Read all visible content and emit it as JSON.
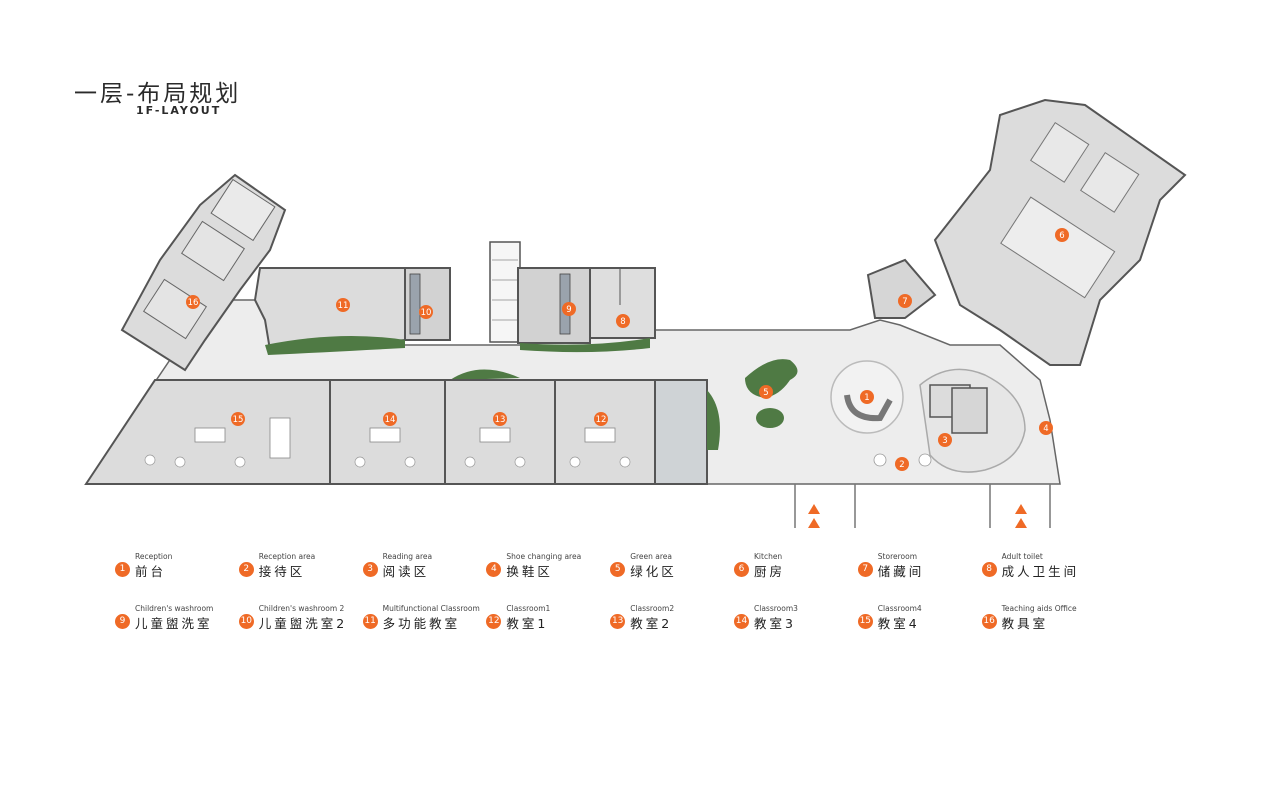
{
  "header": {
    "title": "一层-布局规划",
    "subtitle": "1F-LAYOUT"
  },
  "colors": {
    "accent": "#ef6a26",
    "room_fill": "#dcdcdc",
    "corridor_fill": "#ededed",
    "wall": "#555555",
    "green": "#4f7a44"
  },
  "plan_markers": [
    {
      "num": "1",
      "name": "marker-reception"
    },
    {
      "num": "2",
      "name": "marker-reception-area"
    },
    {
      "num": "3",
      "name": "marker-reading-area"
    },
    {
      "num": "4",
      "name": "marker-shoe-changing-area"
    },
    {
      "num": "5",
      "name": "marker-green-area"
    },
    {
      "num": "6",
      "name": "marker-kitchen"
    },
    {
      "num": "7",
      "name": "marker-storeroom"
    },
    {
      "num": "8",
      "name": "marker-adult-toilet"
    },
    {
      "num": "9",
      "name": "marker-childrens-washroom"
    },
    {
      "num": "10",
      "name": "marker-childrens-washroom-2"
    },
    {
      "num": "11",
      "name": "marker-multifunctional-classroom"
    },
    {
      "num": "12",
      "name": "marker-classroom1"
    },
    {
      "num": "13",
      "name": "marker-classroom2"
    },
    {
      "num": "14",
      "name": "marker-classroom3"
    },
    {
      "num": "15",
      "name": "marker-classroom4"
    },
    {
      "num": "16",
      "name": "marker-teaching-aids-office"
    }
  ],
  "legend": [
    {
      "num": "1",
      "en": "Reception",
      "cn": "前台"
    },
    {
      "num": "2",
      "en": "Reception area",
      "cn": "接待区"
    },
    {
      "num": "3",
      "en": "Reading area",
      "cn": "阅读区"
    },
    {
      "num": "4",
      "en": "Shoe changing area",
      "cn": "换鞋区"
    },
    {
      "num": "5",
      "en": "Green area",
      "cn": "绿化区"
    },
    {
      "num": "6",
      "en": "Kitchen",
      "cn": "厨房"
    },
    {
      "num": "7",
      "en": "Storeroom",
      "cn": "储藏间"
    },
    {
      "num": "8",
      "en": "Adult toilet",
      "cn": "成人卫生间"
    },
    {
      "num": "9",
      "en": "Children's washroom",
      "cn": "儿童盥洗室"
    },
    {
      "num": "10",
      "en": "Children's washroom 2",
      "cn": "儿童盥洗室2"
    },
    {
      "num": "11",
      "en": "Multifunctional Classroom",
      "cn": "多功能教室"
    },
    {
      "num": "12",
      "en": "Classroom1",
      "cn": "教室1"
    },
    {
      "num": "13",
      "en": "Classroom2",
      "cn": "教室2"
    },
    {
      "num": "14",
      "en": "Classroom3",
      "cn": "教室3"
    },
    {
      "num": "15",
      "en": "Classroom4",
      "cn": "教室4"
    },
    {
      "num": "16",
      "en": "Teaching aids Office",
      "cn": "教具室"
    }
  ]
}
